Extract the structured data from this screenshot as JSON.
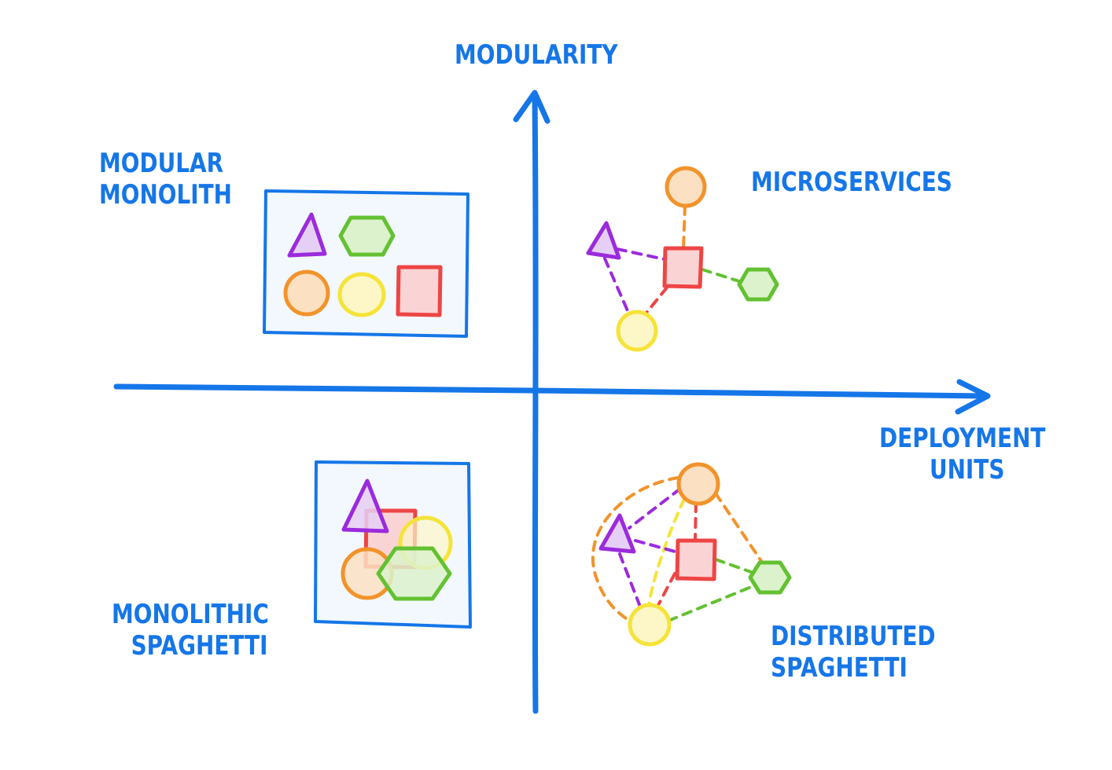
{
  "axes": {
    "y_label": "Modularity",
    "x_label_line1": "Deployment",
    "x_label_line2": "Units"
  },
  "quadrants": {
    "top_left": {
      "line1": "Modular",
      "line2": "Monolith"
    },
    "top_right": {
      "line1": "Microservices"
    },
    "bottom_left": {
      "line1": "Monolithic",
      "line2": "Spaghetti"
    },
    "bottom_right": {
      "line1": "Distributed",
      "line2": "Spaghetti"
    }
  },
  "colors": {
    "axis": "#1576e8",
    "box_fill": "#f2f8fd",
    "purple": "#9b2bdc",
    "purple_fill": "#e6cff5",
    "green": "#63c132",
    "green_fill": "#dcf2cd",
    "orange": "#f2932b",
    "orange_fill": "#fbe0c2",
    "yellow": "#f5e33a",
    "yellow_fill": "#fdf7c8",
    "red": "#ee4545",
    "red_fill": "#fad4d4"
  }
}
